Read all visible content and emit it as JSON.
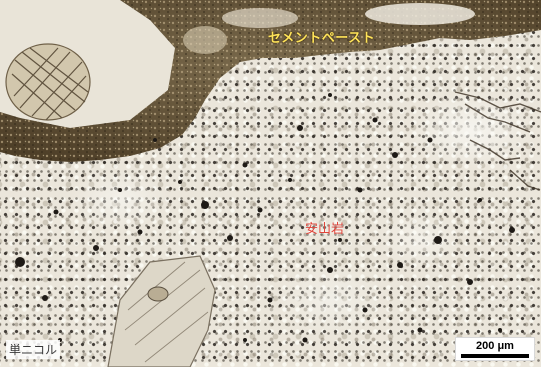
{
  "labels": {
    "cement_paste": "セメントペースト",
    "rock": "安山岩",
    "nicol_mode": "単ニコル"
  },
  "scale_bar": {
    "label": "200 μm"
  },
  "colors": {
    "cement_label": "#ffe45a",
    "rock_label": "#e0453a",
    "cement_paste": "#6b5a3c",
    "groundmass": "#ebe6db"
  }
}
